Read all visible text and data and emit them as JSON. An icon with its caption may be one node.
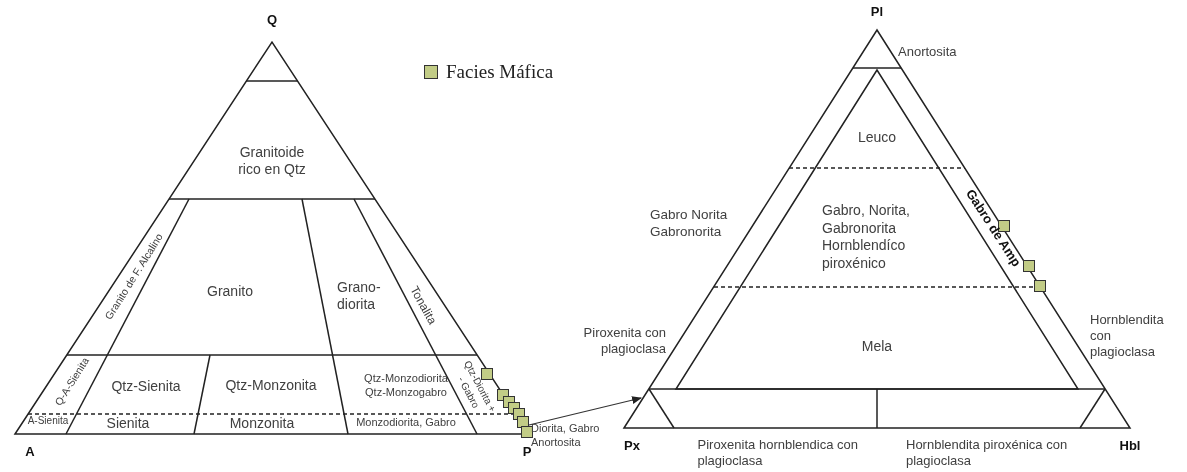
{
  "diagram": {
    "nodes": [
      {
        "text": [
          "Granitoide rico en Qtz"
        ]
      },
      {
        "text": [
          "Granito de F. Alcalino"
        ]
      },
      {
        "text": [
          "Granito"
        ]
      },
      {
        "text": [
          "Grano- diorita"
        ]
      },
      {
        "text": [
          "Tonalita"
        ]
      },
      {
        "text": [
          "Q-A-Sienita"
        ]
      },
      {
        "text": [
          "Qtz-Sienita"
        ]
      },
      {
        "text": [
          "Qtz-Monzonita"
        ]
      },
      {
        "text": [
          "Qtz-Monzodiorita Qtz-Monzogabro"
        ]
      },
      {
        "text": [
          "Qtz-Diorita + - Gabro"
        ]
      },
      {
        "text": [
          "A-Sienita"
        ]
      },
      {
        "text": [
          "Sienita"
        ]
      },
      {
        "text": [
          "Monzonita"
        ]
      },
      {
        "text": [
          "Monzodiorita, Gabro"
        ]
      },
      {
        "text": [
          "Diorita, Gabro Anortosita"
        ]
      },
      {
        "text": [],
        "shape": "triangle"
      },
      {
        "text": [
          "Anortosita"
        ],
        "in": 15
      },
      {
        "text": [
          "Leuco"
        ],
        "in": 15
      },
      {
        "text": [
          "Gabro, Norita, Gabronorita Hornblendíco piroxénico"
        ],
        "in": 15
      },
      {
        "text": [
          "Gabro de Amp"
        ],
        "in": 15
      },
      {
        "text": [
          "Mela"
        ],
        "in": 15
      },
      {
        "text": [
          "Piroxenita hornblendica con plagioclasa"
        ]
      },
      {
        "text": [
          "Hornblendita piroxénica con plagioclasa"
        ]
      }
    ],
    "edges": [
      {
        "from": 14,
        "to": 15,
        "arrow": "to"
      }
    ],
    "labels": [
      "Q",
      "A",
      "P",
      "Pl",
      "Gabro Norita Gabronorita",
      "Piroxenita con plagioclasa",
      "Hornblendita con plagioclasa",
      "Px",
      "Hbl"
    ],
    "legend": [
      {
        "text": "Facies Máfica",
        "color": "#c2cc86"
      }
    ]
  }
}
